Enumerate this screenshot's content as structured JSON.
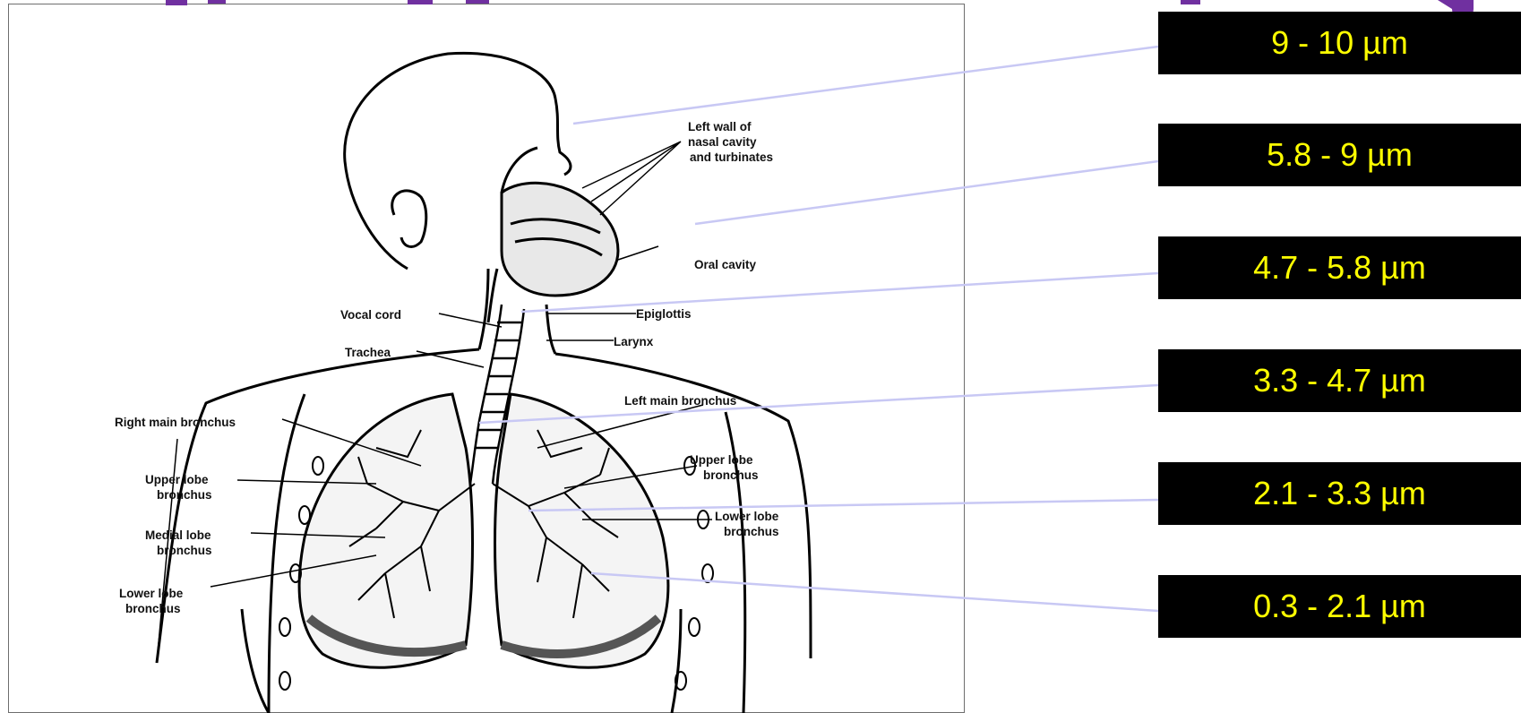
{
  "ranges": {
    "r1": "9 - 10 µm",
    "r2": "5.8 - 9 µm",
    "r3": "4.7 - 5.8 µm",
    "r4": "3.3 - 4.7 µm",
    "r5": "2.1 - 3.3 µm",
    "r6": "0.3 - 2.1 µm"
  },
  "labels": {
    "left_wall": [
      "Left wall of",
      "nasal cavity",
      "and turbinates"
    ],
    "oral_cavity": "Oral cavity",
    "vocal_cord": "Vocal cord",
    "epiglottis": "Epiglottis",
    "larynx": "Larynx",
    "trachea": "Trachea",
    "right_main_bronchus": "Right main bronchus",
    "left_main_bronchus": "Left main bronchus",
    "upper_lobe_left": [
      "Upper lobe",
      "bronchus"
    ],
    "upper_lobe_right": [
      "Upper lobe",
      "bronchus"
    ],
    "medial_lobe": [
      "Medial lobe",
      "bronchus"
    ],
    "lower_lobe_left": [
      "Lower lobe",
      "bronchus"
    ],
    "lower_lobe_right": [
      "Lower lobe",
      "bronchus"
    ]
  },
  "colors": {
    "range_bg": "#000000",
    "range_text": "#ffff00",
    "leader_line": "#c8c8f4",
    "title": "#7030a0"
  }
}
